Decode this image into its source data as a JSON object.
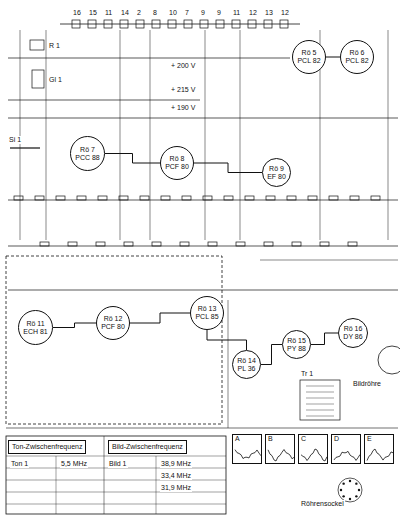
{
  "diagram": {
    "nodes": [
      {
        "text": [
          "Rö 5",
          "PCL 82"
        ]
      },
      {
        "text": [
          "Rö 6",
          "PCL 82"
        ]
      },
      {
        "text": [
          "Rö 7",
          "PCC 88"
        ]
      },
      {
        "text": [
          "Rö 8",
          "PCF 80"
        ]
      },
      {
        "text": [
          "Rö 9",
          "EF 80"
        ]
      },
      {
        "text": [
          "Rö 11",
          "ECH 81"
        ]
      },
      {
        "text": [
          "Rö 12",
          "PCF 80"
        ]
      },
      {
        "text": [
          "Rö 13",
          "PCL 85"
        ]
      },
      {
        "text": [
          "Rö 14",
          "PL 36"
        ]
      },
      {
        "text": [
          "Rö 15",
          "PY 88"
        ]
      },
      {
        "text": [
          "Rö 16",
          "DY 86"
        ]
      },
      {
        "text": [
          "Ton-Zwischenfrequenz"
        ]
      },
      {
        "text": [
          "Bild-Zwischenfrequenz"
        ]
      },
      {
        "text": [
          "A"
        ]
      },
      {
        "text": [
          "B"
        ]
      },
      {
        "text": [
          "C"
        ]
      },
      {
        "text": [
          "D"
        ]
      },
      {
        "text": [
          "E"
        ]
      }
    ],
    "edges": [
      {
        "from": 0,
        "to": 1,
        "arrow": "none"
      },
      {
        "from": 2,
        "to": 3,
        "arrow": "none"
      },
      {
        "from": 3,
        "to": 4,
        "arrow": "none"
      },
      {
        "from": 5,
        "to": 6,
        "arrow": "none"
      },
      {
        "from": 6,
        "to": 7,
        "arrow": "none"
      },
      {
        "from": 7,
        "to": 8,
        "arrow": "none"
      },
      {
        "from": 8,
        "to": 9,
        "arrow": "none"
      },
      {
        "from": 9,
        "to": 10,
        "arrow": "none"
      }
    ],
    "labels": [
      "16",
      "15",
      "11",
      "14",
      "2",
      "8",
      "10",
      "7",
      "9",
      "9",
      "11",
      "12",
      "13",
      "12",
      "R 1",
      "Gl 1",
      "Si 1",
      "+ 200 V",
      "+ 215 V",
      "+ 190 V",
      "Tr 1",
      "Bildröhre",
      "Ton 1",
      "5,5 MHz",
      "Bild 1",
      "38,9 MHz",
      "33,4 MHz",
      "31,9 MHz",
      "Röhrensockel"
    ]
  }
}
